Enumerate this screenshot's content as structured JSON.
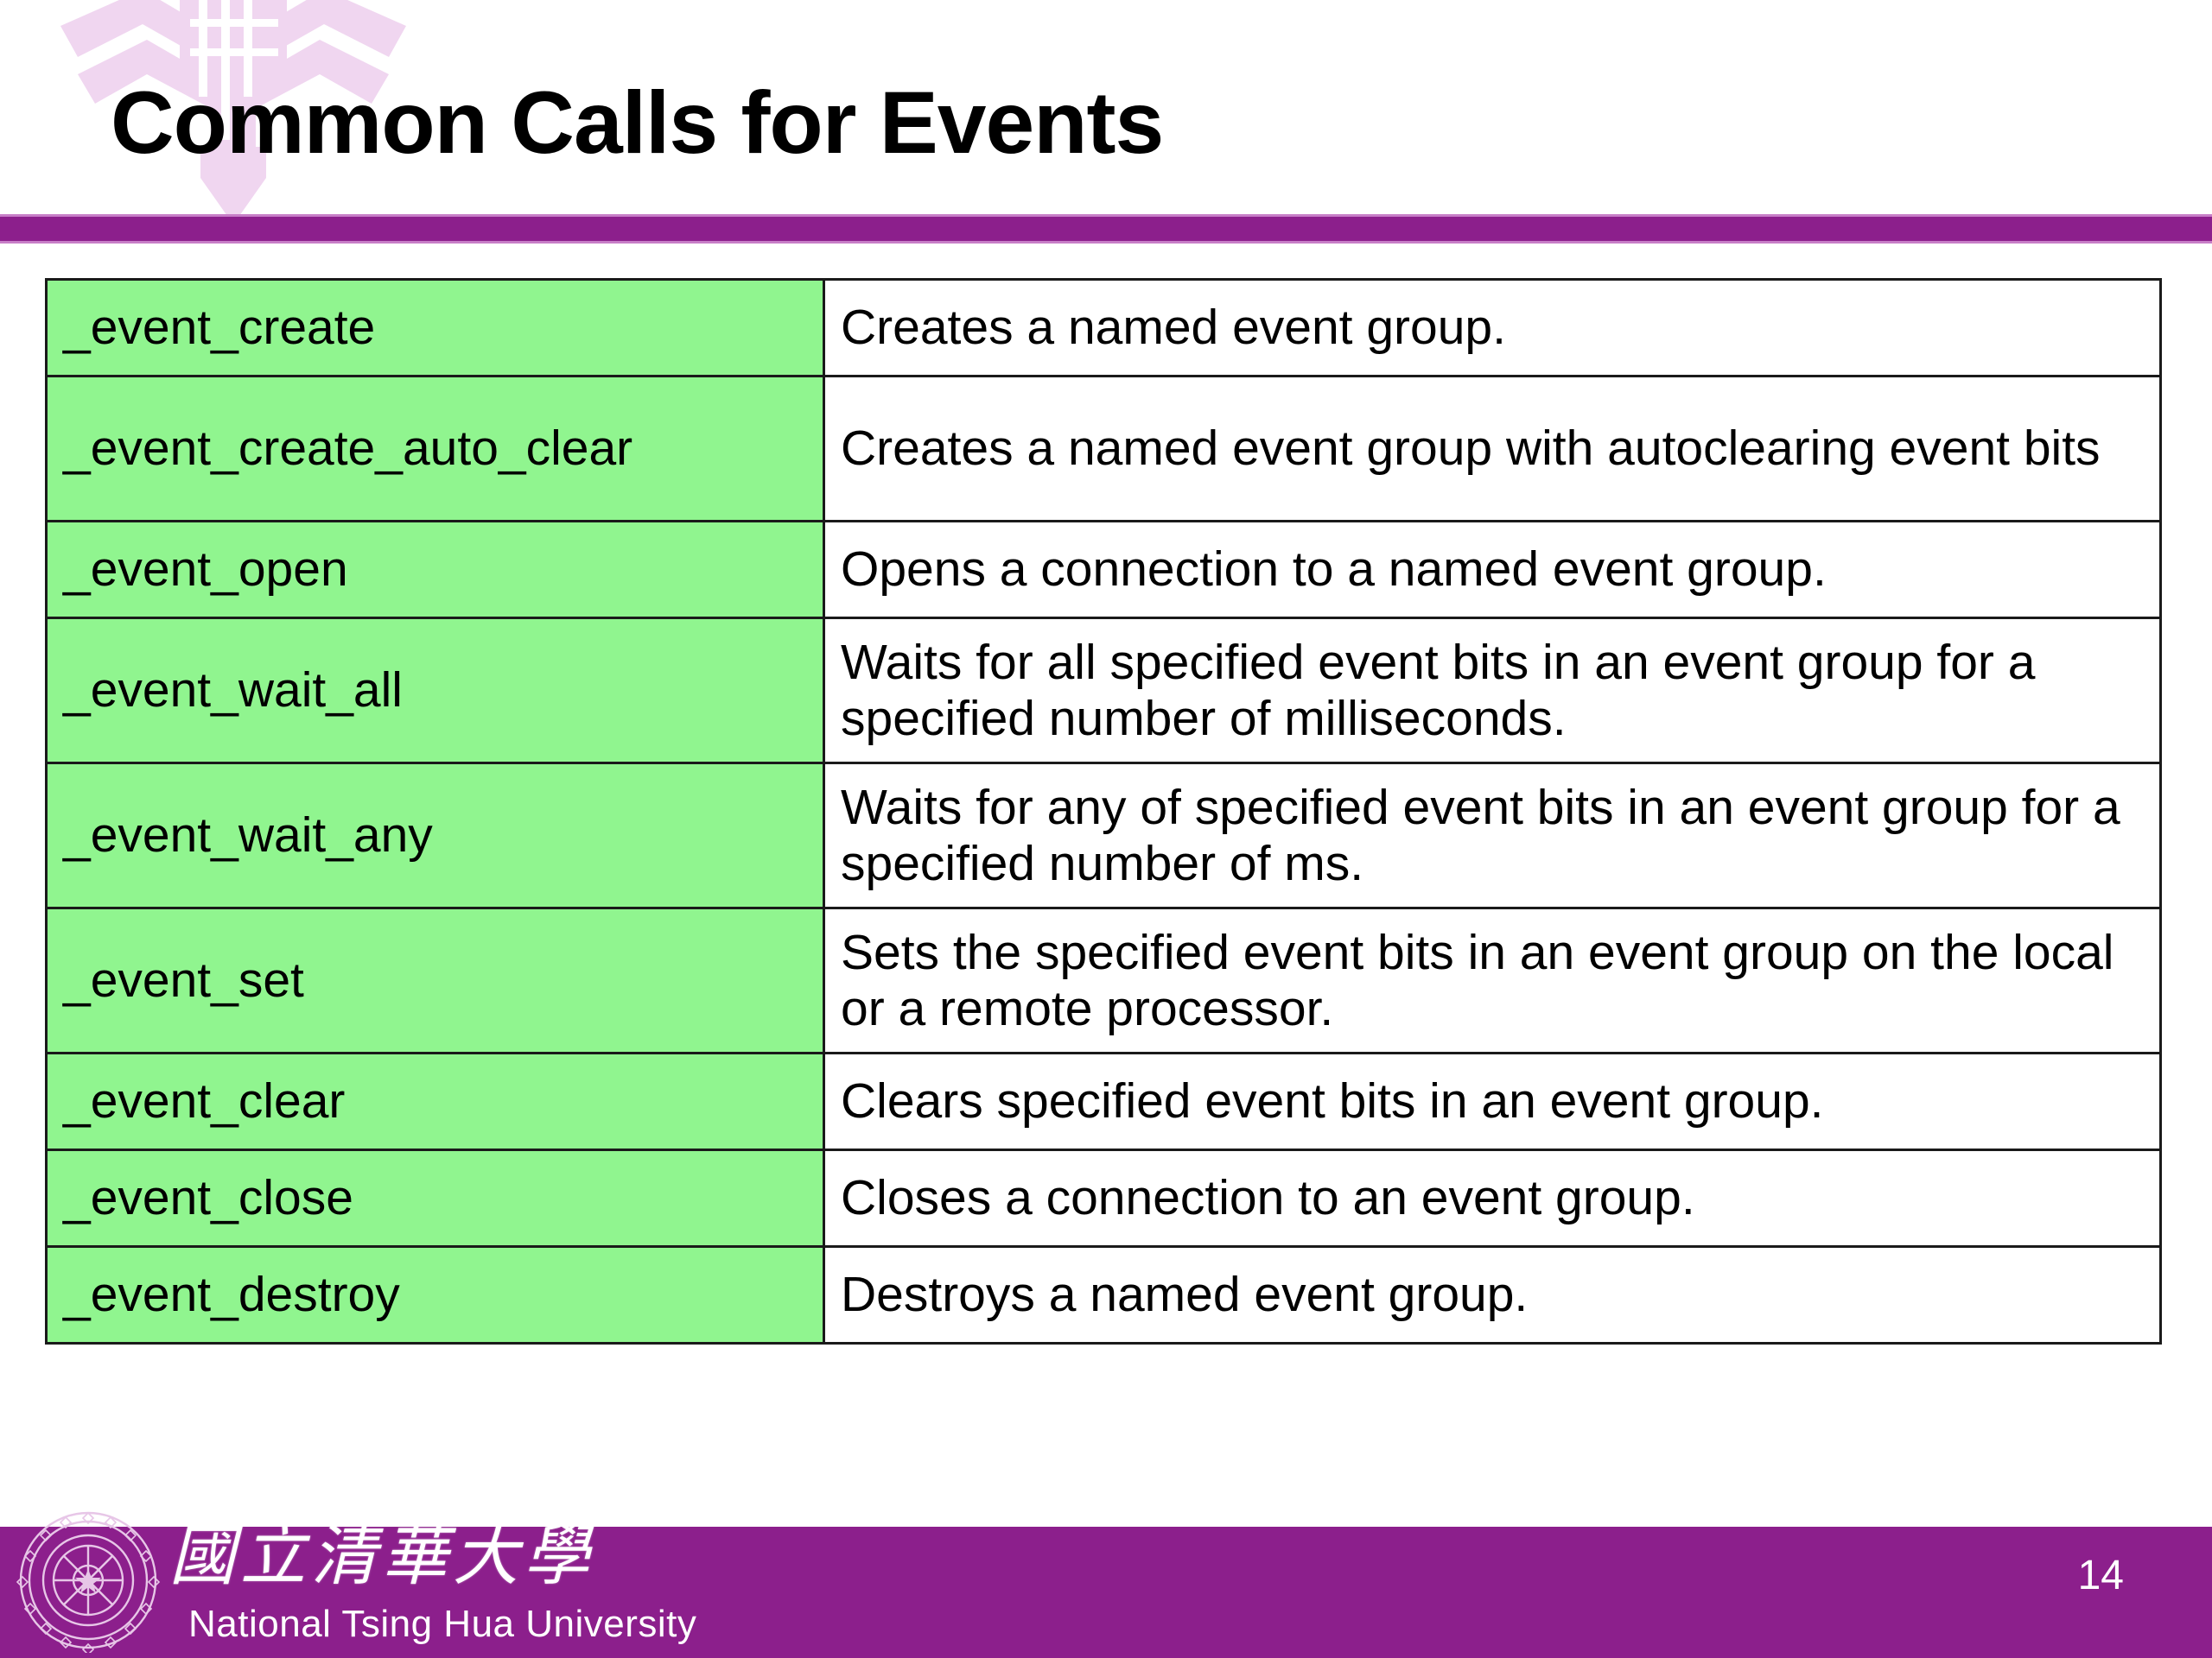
{
  "slide": {
    "title": "Common Calls for Events",
    "page_number": "14",
    "accent_color": "#8C1F8C",
    "accent_light_color": "#C77EC7",
    "cell_green": "#90F58F",
    "watermark_color": "#F0D6F0"
  },
  "table": {
    "rows": [
      {
        "call": "_event_create",
        "desc": "Creates a named event group."
      },
      {
        "call": "_event_create_auto_clear",
        "desc": "Creates a named event group with autoclearing event bits"
      },
      {
        "call": "_event_open",
        "desc": "Opens a connection to a named event group."
      },
      {
        "call": "_event_wait_all",
        "desc": "Waits for all specified event bits in an event group for a specified number of milliseconds."
      },
      {
        "call": "_event_wait_any",
        "desc": "Waits for any of specified event bits in an event group for a specified number of ms."
      },
      {
        "call": "_event_set",
        "desc": "Sets the specified event bits in an event group on the local or a remote processor."
      },
      {
        "call": "_event_clear",
        "desc": "Clears specified event bits in an event group."
      },
      {
        "call": "_event_close",
        "desc": "Closes a connection to an event group."
      },
      {
        "call": "_event_destroy",
        "desc": "Destroys a named event group."
      }
    ]
  },
  "footer": {
    "university_cn": "國立清華大學",
    "university_en": "National Tsing Hua University",
    "seal_icon": "nthu-seal-icon"
  }
}
